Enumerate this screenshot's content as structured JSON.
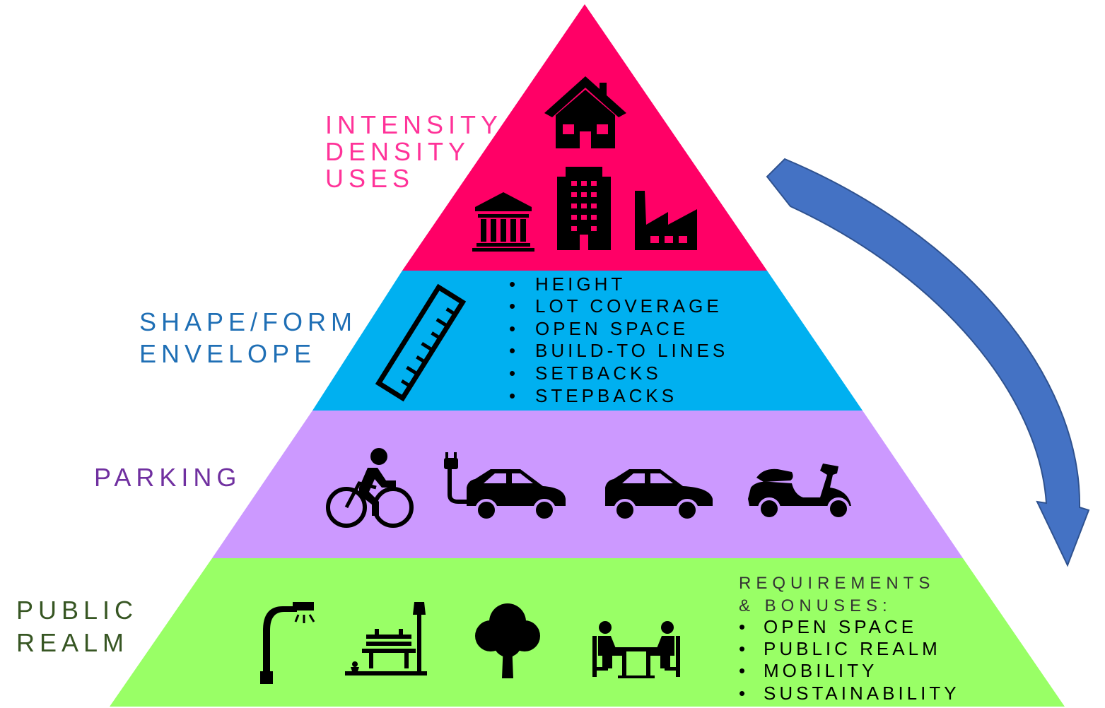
{
  "tiers": [
    {
      "id": "intensity",
      "color": "#ff0066",
      "label_color": "#ff3399",
      "labels": [
        "INTENSITY",
        "DENSITY",
        "USES"
      ]
    },
    {
      "id": "shape",
      "color": "#00b0f0",
      "label_color": "#1f6fb5",
      "labels": [
        "SHAPE/FORM",
        "ENVELOPE"
      ],
      "items": [
        "HEIGHT",
        "LOT COVERAGE",
        "OPEN SPACE",
        "BUILD-TO LINES",
        "SETBACKS",
        "STEPBACKS"
      ]
    },
    {
      "id": "parking",
      "color": "#cc99ff",
      "label_color": "#7030a0",
      "labels": [
        "PARKING"
      ]
    },
    {
      "id": "public",
      "color": "#99ff66",
      "label_color": "#375623",
      "labels": [
        "PUBLIC",
        "REALM"
      ],
      "heading": [
        "REQUIREMENTS",
        "& BONUSES:"
      ],
      "items": [
        "OPEN SPACE",
        "PUBLIC REALM",
        "MOBILITY",
        "SUSTAINABILITY"
      ]
    }
  ],
  "bullet": "•",
  "arrow_color": "#4472c4",
  "icons": {
    "intensity": [
      "house-icon",
      "bank-icon",
      "office-building-icon",
      "factory-icon"
    ],
    "shape": [
      "ruler-icon"
    ],
    "parking": [
      "bicycle-icon",
      "electric-car-icon",
      "car-icon",
      "scooter-icon"
    ],
    "public": [
      "street-lamp-icon",
      "park-bench-icon",
      "tree-icon",
      "people-at-table-icon"
    ]
  }
}
